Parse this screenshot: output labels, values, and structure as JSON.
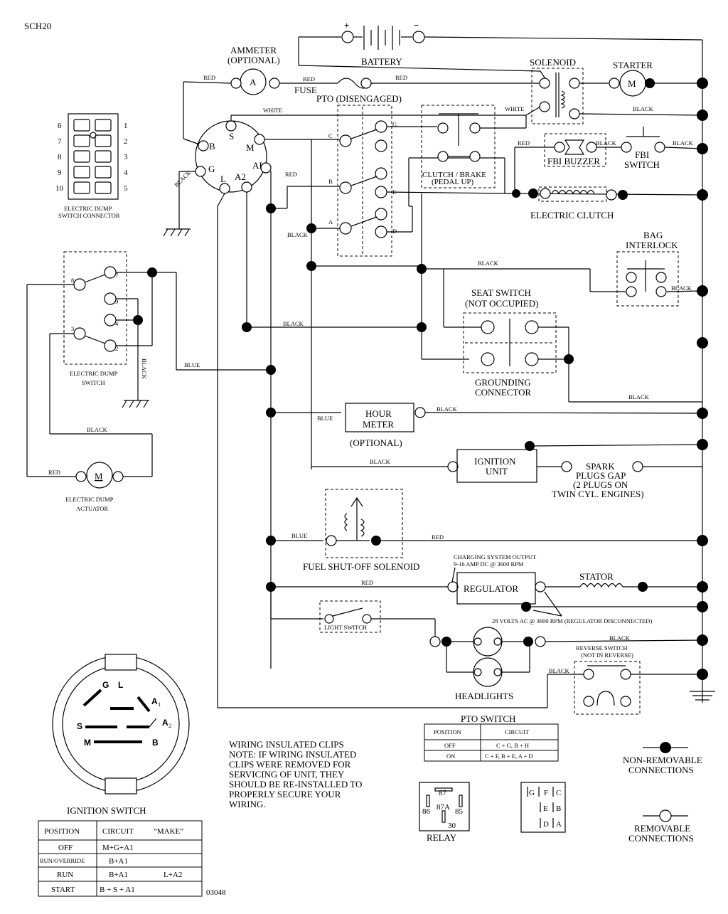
{
  "code_top": "SCH20",
  "code_bottom": "03048",
  "battery": {
    "label": "BATTERY",
    "plus": "+",
    "minus": "−"
  },
  "ammeter": {
    "line1": "AMMETER",
    "line2": "(OPTIONAL)",
    "symbol": "A"
  },
  "fuse": "FUSE",
  "solenoid": "SOLENOID",
  "starter": {
    "label": "STARTER",
    "symbol": "M"
  },
  "pto": "PTO (DISENGAGED)",
  "clutch_brake": {
    "line1": "CLUTCH / BRAKE",
    "line2": "(PEDAL UP)"
  },
  "fbi_buzzer": "FBI BUZZER",
  "fbi_switch": {
    "line1": "FBI",
    "line2": "SWITCH"
  },
  "electric_clutch": "ELECTRIC CLUTCH",
  "bag_interlock": {
    "line1": "BAG",
    "line2": "INTERLOCK"
  },
  "seat_switch": {
    "line1": "SEAT SWITCH",
    "line2": "(NOT OCCUPIED)"
  },
  "grounding_connector": {
    "line1": "GROUNDING",
    "line2": "CONNECTOR"
  },
  "hour_meter": {
    "line1": "HOUR",
    "line2": "METER",
    "note": "(OPTIONAL)"
  },
  "ignition_unit": {
    "line1": "IGNITION",
    "line2": "UNIT"
  },
  "spark_plugs": {
    "line1": "SPARK",
    "line2": "PLUGS GAP",
    "line3": "(2 PLUGS ON",
    "line4": "TWIN CYL. ENGINES)"
  },
  "fuel_solenoid": "FUEL SHUT-OFF SOLENOID",
  "charging": {
    "line1": "CHARGING SYSTEM OUTPUT",
    "line2": "9-16 AMP DC @ 3600 RPM"
  },
  "regulator": "REGULATOR",
  "stator": "STATOR",
  "ac_note": "28 VOLTS AC @ 3600 RPM (REGULATOR DISCONNECTED)",
  "light_switch": "LIGHT SWITCH",
  "headlights": "HEADLIGHTS",
  "reverse_switch": {
    "line1": "REVERSE SWITCH",
    "line2": "(NOT IN REVERSE)"
  },
  "dump_connector": {
    "line1": "ELECTRIC DUMP",
    "line2": "SWITCH CONNECTOR",
    "left_pins": [
      "6",
      "7",
      "8",
      "9",
      "10"
    ],
    "right_pins": [
      "1",
      "2",
      "3",
      "4",
      "5"
    ]
  },
  "dump_switch": {
    "line1": "ELECTRIC DUMP",
    "line2": "SWITCH",
    "pins": [
      "8",
      "7",
      "9",
      "4",
      "3",
      "2"
    ]
  },
  "dump_actuator": {
    "line1": "ELECTRIC DUMP",
    "line2": "ACTUATOR",
    "symbol": "M"
  },
  "ignition_terminals": {
    "S": "S",
    "M": "M",
    "B": "B",
    "G": "G",
    "L": "L",
    "A2": "A2",
    "A1": "AI"
  },
  "ignition_face": {
    "G": "G",
    "L": "L",
    "A1": "A",
    "A1sub": "1",
    "A2": "A",
    "A2sub": "2",
    "S": "S",
    "M": "M",
    "B": "B"
  },
  "ignition_switch_title": "IGNITION SWITCH",
  "ignition_table": {
    "headers": [
      "POSITION",
      "CIRCUIT",
      "“MAKE”"
    ],
    "rows": [
      {
        "position": "OFF",
        "circuit": "M+G+A1",
        "make": ""
      },
      {
        "position": "RUN/OVERRIDE",
        "circuit": "B+A1",
        "make": ""
      },
      {
        "position": "RUN",
        "circuit": "B+A1",
        "make": "L+A2"
      },
      {
        "position": "START",
        "circuit": "B + S + A1",
        "make": ""
      }
    ]
  },
  "pto_switch_table": {
    "title": "PTO SWITCH",
    "headers": [
      "POSITION",
      "CIRCUIT"
    ],
    "rows": [
      {
        "position": "OFF",
        "circuit": "C + G, B + H"
      },
      {
        "position": "ON",
        "circuit": "C + F, B + E, A + D"
      }
    ]
  },
  "pto_pins": {
    "G": "G",
    "E": "E",
    "D": "D",
    "C": "C",
    "B": "B",
    "A": "A"
  },
  "relay": {
    "label": "RELAY",
    "p87": "87",
    "p87a": "87A",
    "p86": "86",
    "p85": "85",
    "p30": "30"
  },
  "pto_grid": {
    "row1": [
      "G",
      "F",
      "C"
    ],
    "row2": [
      "E",
      "B"
    ],
    "row3": [
      "D",
      "A"
    ]
  },
  "note": {
    "line1": "WIRING INSULATED CLIPS",
    "line2": "NOTE:  IF WIRING INSULATED",
    "line3": "CLIPS WERE REMOVED FOR",
    "line4": "SERVICING OF UNIT, THEY",
    "line5": "SHOULD BE RE-INSTALLED TO",
    "line6": "PROPERLY SECURE YOUR",
    "line7": "WIRING."
  },
  "legend": {
    "non_removable": {
      "line1": "NON-REMOVABLE",
      "line2": "CONNECTIONS"
    },
    "removable": {
      "line1": "REMOVABLE",
      "line2": "CONNECTIONS"
    }
  },
  "wire_labels": {
    "red": "RED",
    "white": "WHITE",
    "black": "BLACK",
    "blue": "BLUE"
  }
}
